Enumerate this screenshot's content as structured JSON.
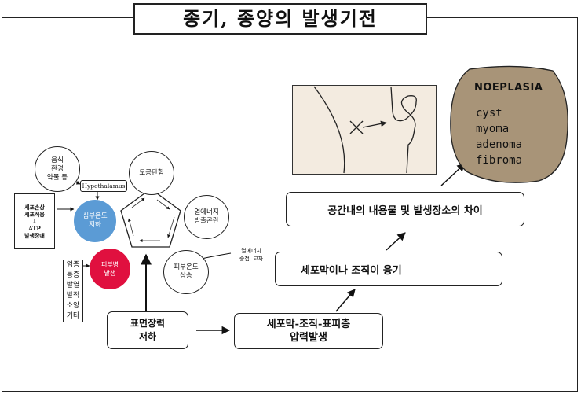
{
  "title": "종기, 종양의 발생기전",
  "nodes": {
    "food": "음식\n환경\n약물 등",
    "hypothalamus": "Hypothalamus",
    "pore": "모공탄힘",
    "core_temp": "심부온도\n저하",
    "heat_loss": "열에너지\n방출곤란",
    "skin_temp_rise": "피부온도\n상승",
    "skin_disease": "피부병\n발생",
    "cell_damage": "세포손상\n세포적응\n↓\nATP\n발생장애",
    "heat_energy": "열에너지\n증첩, 교차",
    "symptoms": "염증\n통증\n발열\n발적\n소양\n기타",
    "surface_tension": "표면장력\n저하",
    "pressure": "세포막-조직-표피층\n압력발생",
    "protrusion": "세포막이나 조직이 융기",
    "difference": "공간내의 내용물 및 발생장소의 차이"
  },
  "neoplasia": {
    "heading": "NOEPLASIA",
    "items": [
      "cyst",
      "myoma",
      "adenoma",
      "fibroma"
    ]
  },
  "colors": {
    "core_temp_fill": "#5b9bd5",
    "skin_disease_fill": "#e0103f",
    "blob_fill": "#a89478",
    "picture_fill": "#f3ebe0"
  }
}
